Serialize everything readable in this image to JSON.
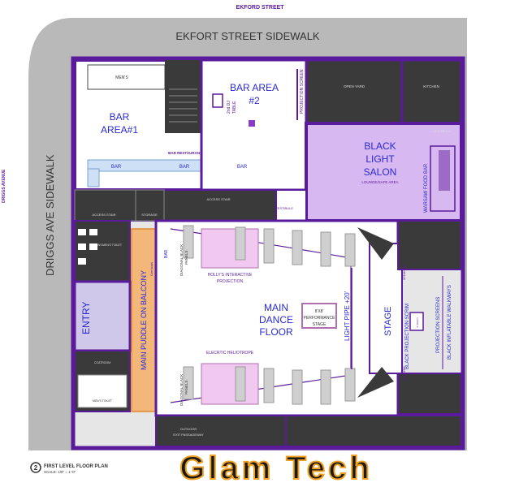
{
  "streets": {
    "top": "EKFORD STREET",
    "sidewalk_top": "EKFORT STREET SIDEWALK",
    "left_avenue": "DRIGGS AVENUE",
    "sidewalk_left": "DRIGGS AVE SIDEWALK"
  },
  "rooms": {
    "bar_area_1": [
      "BAR",
      "AREA#1"
    ],
    "bar_area_2": [
      "BAR AREA",
      "#2"
    ],
    "mens_top": "MEN'S",
    "bar_restaurant": "BAR RESTAURANT",
    "bar_labels": [
      "BAR",
      "BAR",
      "BAR"
    ],
    "dj_table": [
      "2nd DJ",
      "TABLE"
    ],
    "projection_screen": "PROJECTION SCREEN",
    "open_yard": "OPEN YARD",
    "kitchen": "KITCHEN",
    "vestibule_right": "VESTIBULE",
    "black_light_salon": [
      "BLACK",
      "LIGHT",
      "SALON"
    ],
    "lounge_safe_area": "LOUNGE/SAFE AREA",
    "warsaw_food_bar": "WARSAW FOOD BAR",
    "access_stair_1": "ACCESS STAIR",
    "access_stair_2": "ACCESS STAIR",
    "storage": "STORAGE",
    "vestibule_center": "VESTIBULE",
    "womens_toilet": "WOMEN'S TOILET",
    "entry": "ENTRY",
    "main_puddle": "MAIN PUDDLE ON BALCONY",
    "puddle_sub": "Overheads",
    "bar_vertical": "BAR",
    "diagonal_black_top": [
      "DIAGONAL BLACK",
      "PANELS"
    ],
    "hollys_projection": [
      "HOLLY'S INTERACTIVE",
      "PROJECTION"
    ],
    "main_dance_floor": [
      "MAIN",
      "DANCE",
      "FLOOR"
    ],
    "performance_stage": [
      "8'X8'",
      "PERFORMANCE",
      "STAGE"
    ],
    "light_pipe": "LIGHT PIPE +20'",
    "stage": "STAGE",
    "speakers": [
      "SPEAKERS",
      "SPEAKERS"
    ],
    "black_projection_scrim": "BLACK PROJECTION SCRIM",
    "projection_screens": "PROJECTION SCREENS",
    "black_inflatable_walkways": "BLACK INFLATABLE WALKWAYS",
    "electric_heliotrope": "ELECRTIC HELIOTROPE",
    "diagonal_black_bottom": [
      "DIAGONAL BLACK",
      "PANELS"
    ],
    "mens_toilet": "MEN'S TOILET",
    "coatroom": "COATROOM",
    "outdoor_exit": [
      "OUTDOOR",
      "EXIT PASSAGEWAY"
    ],
    "djbooth": "DJ BOOTH"
  },
  "footer": {
    "number": "2",
    "title": "FIRST LEVEL FLOOR PLAN",
    "scale": "SCALE: 1/8\" = 1'-0\"",
    "logo": "Glam Tech"
  },
  "colors": {
    "wall": "#5a1a9c",
    "sidewalk": "#b9b9b9",
    "dark_room": "#3a3a3a",
    "salon": "#d8b8f0",
    "puddle": "#f3b77a",
    "entry": "#cfc8ea",
    "text_blue": "#2a2ad0"
  }
}
